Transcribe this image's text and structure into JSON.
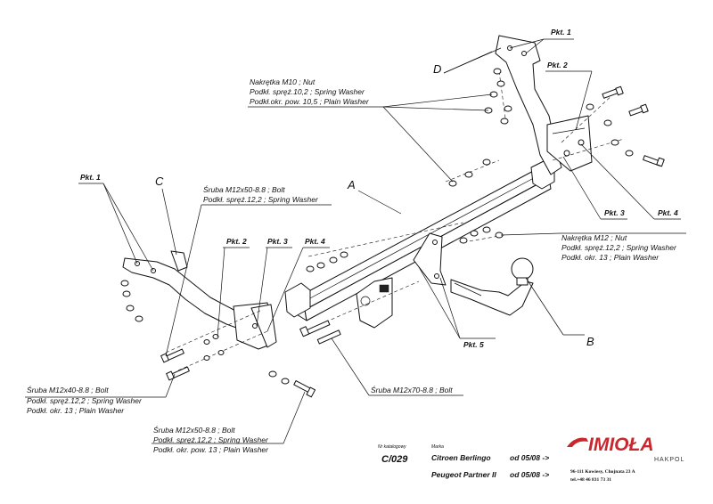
{
  "labels": {
    "pkt1_top": "Pkt. 1",
    "pkt2_right": "Pkt. 2",
    "pkt3_right": "Pkt. 3",
    "pkt4_right": "Pkt. 4",
    "pkt1_left": "Pkt. 1",
    "pkt2_mid": "Pkt. 2",
    "pkt3_mid": "Pkt. 3",
    "pkt4_mid": "Pkt. 4",
    "pkt5": "Pkt. 5",
    "letter_a": "A",
    "letter_b": "B",
    "letter_c": "C",
    "letter_d": "D"
  },
  "callouts": {
    "nut_top": [
      "Nakrętka  M10 ; Nut",
      "Podkł. spręż.10,2 ; Spring Washer",
      "Podkł.okr. pow. 10,5 ; Plain Washer"
    ],
    "bolt_m12x50_top": [
      "Śruba M12x50-8.8 ;  Bolt",
      "Podkł. spręż.12,2 ; Spring Washer"
    ],
    "nut_m12": [
      "Nakrętka  M12 ; Nut",
      "Podkł. spręż.12,2 ; Spring Washer",
      "Podkł. okr. 13 ; Plain Washer"
    ],
    "bolt_m12x70": [
      "Śruba M12x70-8.8 ;  Bolt"
    ],
    "bolt_m12x40": [
      "Śruba M12x40-8.8 ;  Bolt",
      "Podkł. spręż.12,2 ; Spring Washer",
      "Podkł. okr. 13 ; Plain Washer"
    ],
    "bolt_m12x50_bottom": [
      "Śruba M12x50-8.8 ;  Bolt",
      "Podkł. spręż.12,2 ; Spring Washer",
      "Podkł. okr. pow. 13 ; Plain Washer"
    ]
  },
  "title_block": {
    "catalog_label": "Nr katalogowy",
    "catalog_number": "C/029",
    "brand_label": "Marka",
    "rows": [
      {
        "model": "Citroen Berlingo",
        "from": "od  05/08 ->"
      },
      {
        "model": "Peugeot Partner II",
        "from": "od  05/08 ->"
      }
    ]
  },
  "company": {
    "logo_text": "IMIOŁA",
    "logo_sub": "HAKPOL",
    "address": "96-111 Kowiesy, Chojnata 23 A",
    "phone": "tel.+48 46 831 73 31"
  }
}
